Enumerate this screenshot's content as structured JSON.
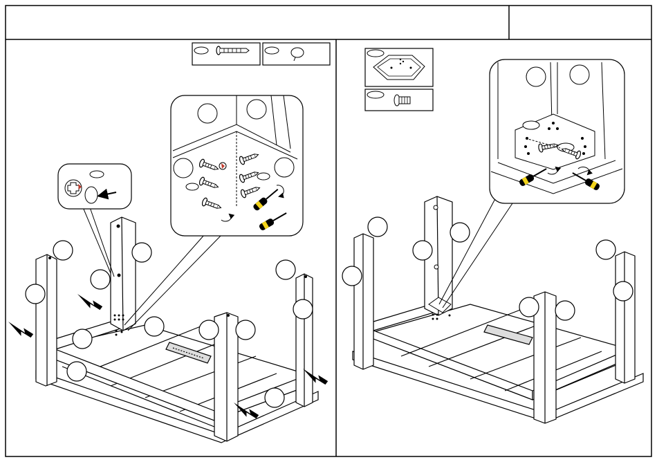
{
  "header": {
    "title": "",
    "step_number": ""
  },
  "left_panel": {
    "parts_legend": [
      {
        "part": "screw",
        "icon": "screw-icon",
        "label": ""
      },
      {
        "part": "cap",
        "icon": "cap-icon",
        "label": ""
      }
    ],
    "callout_bubbles": [
      "",
      "",
      "",
      "",
      "",
      "",
      "",
      "",
      "",
      "",
      "",
      "",
      "",
      "",
      ""
    ],
    "zoom_callouts": 2
  },
  "right_panel": {
    "parts_legend": [
      {
        "part": "corner-bracket",
        "icon": "corner-bracket-icon",
        "label": ""
      },
      {
        "part": "bolt",
        "icon": "bolt-icon",
        "label": ""
      }
    ],
    "callout_bubbles": [
      "",
      "",
      "",
      "",
      "",
      "",
      "",
      "",
      "",
      "",
      "",
      ""
    ],
    "zoom_callouts": 1
  },
  "colors": {
    "line": "#000000",
    "screwdriver_handle": "#f2d31b",
    "accent_red": "#c0392b"
  }
}
